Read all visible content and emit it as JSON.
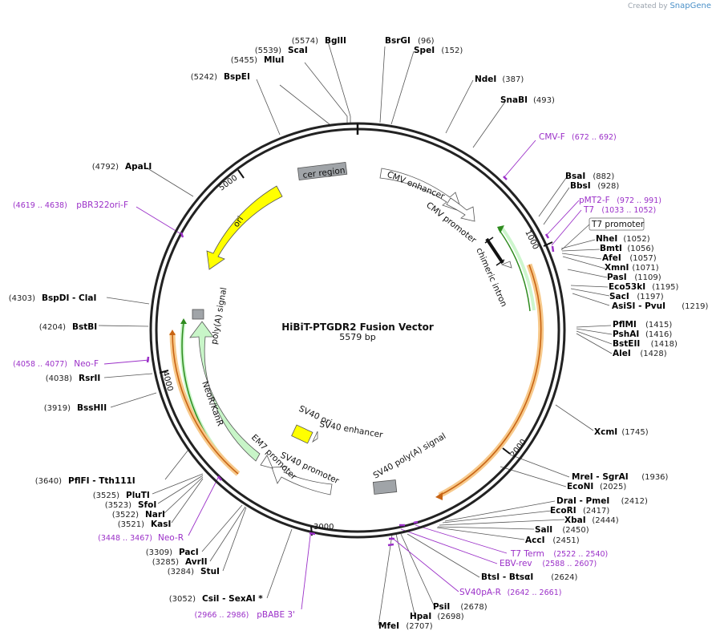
{
  "header": {
    "created_by": "Created by",
    "brand": "SnapGene"
  },
  "plasmid": {
    "name": "HiBiT-PTGDR2 Fusion Vector",
    "size_label": "5579 bp",
    "length": 5579
  },
  "ticks": [
    "1000",
    "2000",
    "3000",
    "4000",
    "5000"
  ],
  "features": [
    {
      "label": "cer region"
    },
    {
      "label": "CMV enhancer"
    },
    {
      "label": "CMV promoter"
    },
    {
      "label": "chimeric intron"
    },
    {
      "label": "T7 promoter"
    },
    {
      "label": "SV40 ori"
    },
    {
      "label": "SV40 enhancer"
    },
    {
      "label": "SV40 promoter"
    },
    {
      "label": "EM7 promoter"
    },
    {
      "label": "NeoR/KanR"
    },
    {
      "label": "poly(A) signal"
    },
    {
      "label": "SV40 poly(A) signal"
    },
    {
      "label": "ori"
    }
  ],
  "enzymes": [
    {
      "name": "BglII",
      "pos": "(5574)"
    },
    {
      "name": "ScaI",
      "pos": "(5539)"
    },
    {
      "name": "MluI",
      "pos": "(5455)"
    },
    {
      "name": "BspEI",
      "pos": "(5242)"
    },
    {
      "name": "BsrGI",
      "pos": "(96)"
    },
    {
      "name": "SpeI",
      "pos": "(152)"
    },
    {
      "name": "NdeI",
      "pos": "(387)"
    },
    {
      "name": "SnaBI",
      "pos": "(493)"
    },
    {
      "name": "ApaLI",
      "pos": "(4792)"
    },
    {
      "name": "BsaI",
      "pos": "(882)"
    },
    {
      "name": "BbsI",
      "pos": "(928)"
    },
    {
      "name": "NheI",
      "pos": "(1052)"
    },
    {
      "name": "BmtI",
      "pos": "(1056)"
    },
    {
      "name": "AfeI",
      "pos": "(1057)"
    },
    {
      "name": "XmnI",
      "pos": "(1071)"
    },
    {
      "name": "PasI",
      "pos": "(1109)"
    },
    {
      "name": "Eco53kI",
      "pos": "(1195)"
    },
    {
      "name": "SacI",
      "pos": "(1197)"
    },
    {
      "name": "AsiSI - PvuI",
      "pos": "(1219)"
    },
    {
      "name": "BspDI - ClaI",
      "pos": "(4303)"
    },
    {
      "name": "BstBI",
      "pos": "(4204)"
    },
    {
      "name": "PflMI",
      "pos": "(1415)"
    },
    {
      "name": "PshAI",
      "pos": "(1416)"
    },
    {
      "name": "BstEII",
      "pos": "(1418)"
    },
    {
      "name": "AleI",
      "pos": "(1428)"
    },
    {
      "name": "RsrII",
      "pos": "(4038)"
    },
    {
      "name": "BssHII",
      "pos": "(3919)"
    },
    {
      "name": "XcmI",
      "pos": "(1745)"
    },
    {
      "name": "PflFI - Tth111I",
      "pos": "(3640)"
    },
    {
      "name": "PluTI",
      "pos": "(3525)"
    },
    {
      "name": "SfoI",
      "pos": "(3523)"
    },
    {
      "name": "NarI",
      "pos": "(3522)"
    },
    {
      "name": "KasI",
      "pos": "(3521)"
    },
    {
      "name": "MreI - SgrAI",
      "pos": "(1936)"
    },
    {
      "name": "EcoNI",
      "pos": "(2025)"
    },
    {
      "name": "DraI - PmeI",
      "pos": "(2412)"
    },
    {
      "name": "EcoRI",
      "pos": "(2417)"
    },
    {
      "name": "XbaI",
      "pos": "(2444)"
    },
    {
      "name": "SalI",
      "pos": "(2450)"
    },
    {
      "name": "AccI",
      "pos": "(2451)"
    },
    {
      "name": "PacI",
      "pos": "(3309)"
    },
    {
      "name": "AvrII",
      "pos": "(3285)"
    },
    {
      "name": "StuI",
      "pos": "(3284)"
    },
    {
      "name": "BtsI - BtsαI",
      "pos": "(2624)"
    },
    {
      "name": "PsiI",
      "pos": "(2678)"
    },
    {
      "name": "HpaI",
      "pos": "(2698)"
    },
    {
      "name": "MfeI",
      "pos": "(2707)"
    },
    {
      "name": "CsiI - SexAI *",
      "pos": "(3052)"
    }
  ],
  "primers": [
    {
      "name": "CMV-F",
      "pos": "(672 .. 692)"
    },
    {
      "name": "pMT2-F",
      "pos": "(972 .. 991)"
    },
    {
      "name": "T7",
      "pos": "(1033 .. 1052)"
    },
    {
      "name": "pBR322ori-F",
      "pos": "(4619 .. 4638)"
    },
    {
      "name": "Neo-F",
      "pos": "(4058 .. 4077)"
    },
    {
      "name": "Neo-R",
      "pos": "(3448 .. 3467)"
    },
    {
      "name": "T7 Term",
      "pos": "(2522 .. 2540)"
    },
    {
      "name": "EBV-rev",
      "pos": "(2588 .. 2607)"
    },
    {
      "name": "SV40pA-R",
      "pos": "(2642 .. 2661)"
    },
    {
      "name": "pBABE 3'",
      "pos": "(2966 .. 2986)"
    }
  ],
  "colors": {
    "backbone": "#222222",
    "primer": "#9b30c8",
    "ori": "#ffff00",
    "neo": "#c8f5c8",
    "orf_green": "#2e8b1e",
    "orf_orange": "#c86414",
    "gray_box": "#a0a4a8"
  }
}
